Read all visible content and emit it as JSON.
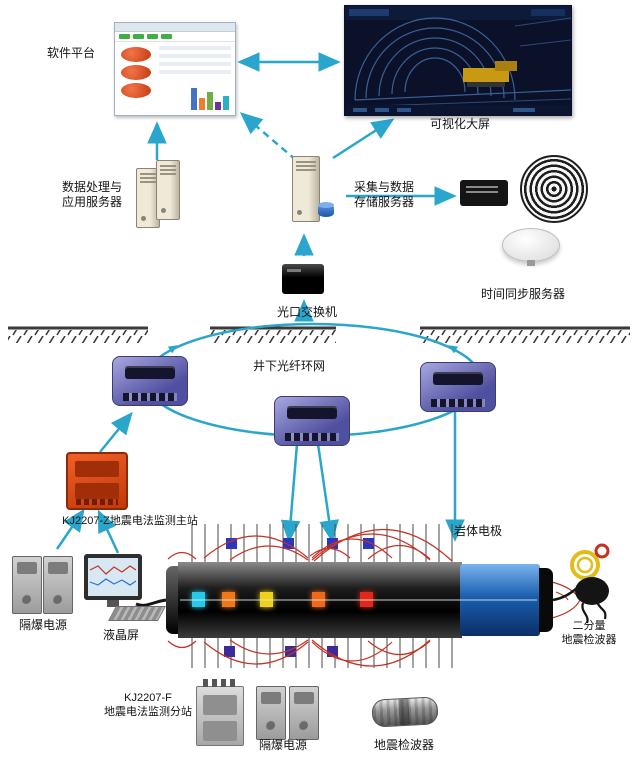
{
  "colors": {
    "arrow": "#2aa6cc",
    "field_line": "#c43222",
    "main_station_box": "#dd4a17",
    "substation_box": "#6a6ab8",
    "ground": "#3a3a3a"
  },
  "labels": {
    "software_platform": "软件平台",
    "visual_screen": "可视化大屏",
    "app_server": "数据处理与\n应用服务器",
    "storage_server": "采集与数据\n存储服务器",
    "time_sync_server": "时间同步服务器",
    "optical_switch": "光口交换机",
    "fiber_ring": "井下光纤环网",
    "main_station": "KJ2207-Z地震电法监测主站",
    "rock_electrode": "岩体电极",
    "flameproof_power_surface": "隔爆电源",
    "lcd_screen": "液晶屏",
    "substation": "KJ2207-F\n地震电法监测分站",
    "flameproof_power_underground": "隔爆电源",
    "geophone": "地震检波器",
    "two_component_geophone": "二分量\n地震检波器"
  },
  "devices": [
    "software-platform-screenshot",
    "visualization-screen",
    "application-server",
    "storage-server",
    "time-sync-server",
    "cable-coil",
    "gps-antenna",
    "optical-switch",
    "fiber-ring-network",
    "fiber-substation",
    "seismic-main-station",
    "rock-electrode-array",
    "flameproof-power",
    "lcd-monitor",
    "seismic-substation",
    "geophone",
    "two-component-geophone"
  ]
}
